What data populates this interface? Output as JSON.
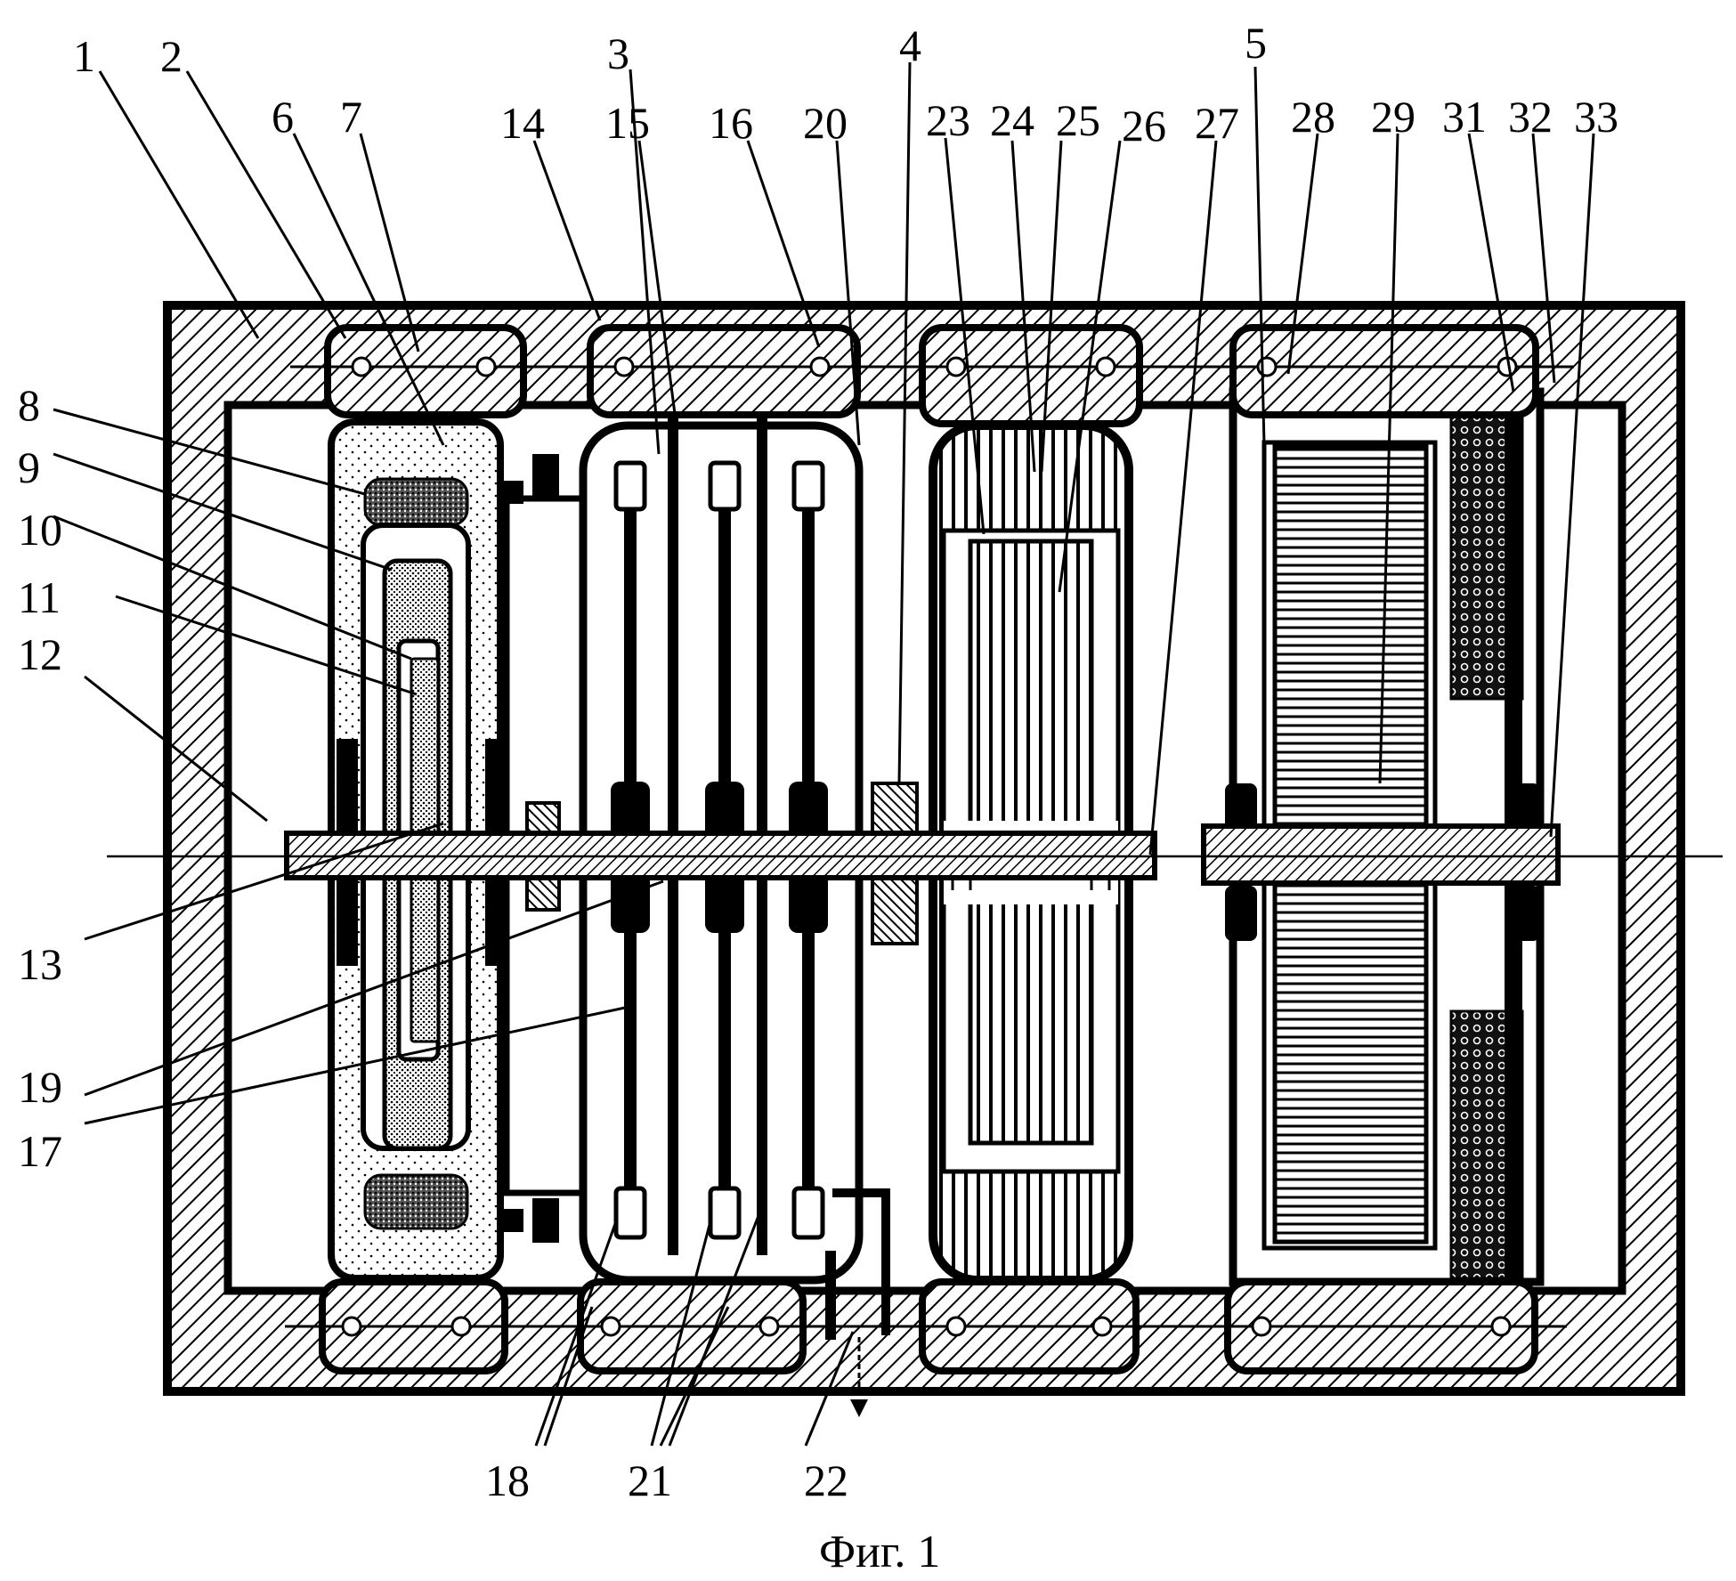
{
  "figure": {
    "caption": "Фиг. 1",
    "colors": {
      "ink": "#000000",
      "paper": "#ffffff",
      "stipple": "#d0d0d0"
    }
  },
  "labels": {
    "l1": "1",
    "l2": "2",
    "l3": "3",
    "l4": "4",
    "l5": "5",
    "l6": "6",
    "l7": "7",
    "l8": "8",
    "l9": "9",
    "l10": "10",
    "l11": "11",
    "l12": "12",
    "l13": "13",
    "l14": "14",
    "l15": "15",
    "l16": "16",
    "l17": "17",
    "l18": "18",
    "l19": "19",
    "l20": "20",
    "l21": "21",
    "l22": "22",
    "l23": "23",
    "l24": "24",
    "l25": "25",
    "l26": "26",
    "l27": "27",
    "l28": "28",
    "l29": "29",
    "l31": "31",
    "l32": "32",
    "l33": "33"
  }
}
